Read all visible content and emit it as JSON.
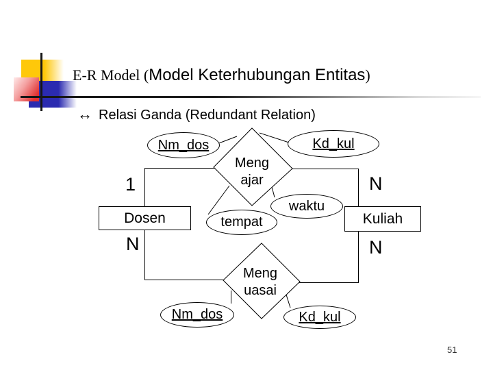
{
  "title": {
    "prefix_serif": "E-R Model (",
    "main_sans": "Model Keterhubungan Entitas",
    "suffix_serif": ")"
  },
  "subtitle": {
    "bullet": "↔",
    "text": "Relasi Ganda (Redundant Relation)"
  },
  "page_number": "51",
  "diagram": {
    "entities": [
      {
        "id": "dosen",
        "label": "Dosen"
      },
      {
        "id": "kuliah",
        "label": "Kuliah"
      }
    ],
    "relationships": [
      {
        "id": "mengajar",
        "line1": "Meng",
        "line2": "ajar"
      },
      {
        "id": "menguasai",
        "line1": "Meng",
        "line2": "uasai"
      }
    ],
    "attributes": [
      {
        "id": "nm-dos-top",
        "label": "Nm_dos",
        "primary_key": true
      },
      {
        "id": "kd-kul-top",
        "label": "Kd_kul",
        "primary_key": true
      },
      {
        "id": "tempat",
        "label": "tempat",
        "primary_key": false
      },
      {
        "id": "waktu",
        "label": "waktu",
        "primary_key": false
      },
      {
        "id": "nm-dos-bottom",
        "label": "Nm_dos",
        "primary_key": true
      },
      {
        "id": "kd-kul-bottom",
        "label": "Kd_kul",
        "primary_key": true
      }
    ],
    "cardinalities": [
      {
        "id": "dosen-mengajar",
        "label": "1"
      },
      {
        "id": "kuliah-mengajar",
        "label": "N"
      },
      {
        "id": "dosen-menguasai",
        "label": "N"
      },
      {
        "id": "kuliah-menguasai",
        "label": "N"
      }
    ]
  },
  "colors": {
    "accent_yellow": "#FEC80A",
    "accent_blue": "#2B2BB0",
    "accent_red": "#E03030",
    "line": "#000000"
  }
}
